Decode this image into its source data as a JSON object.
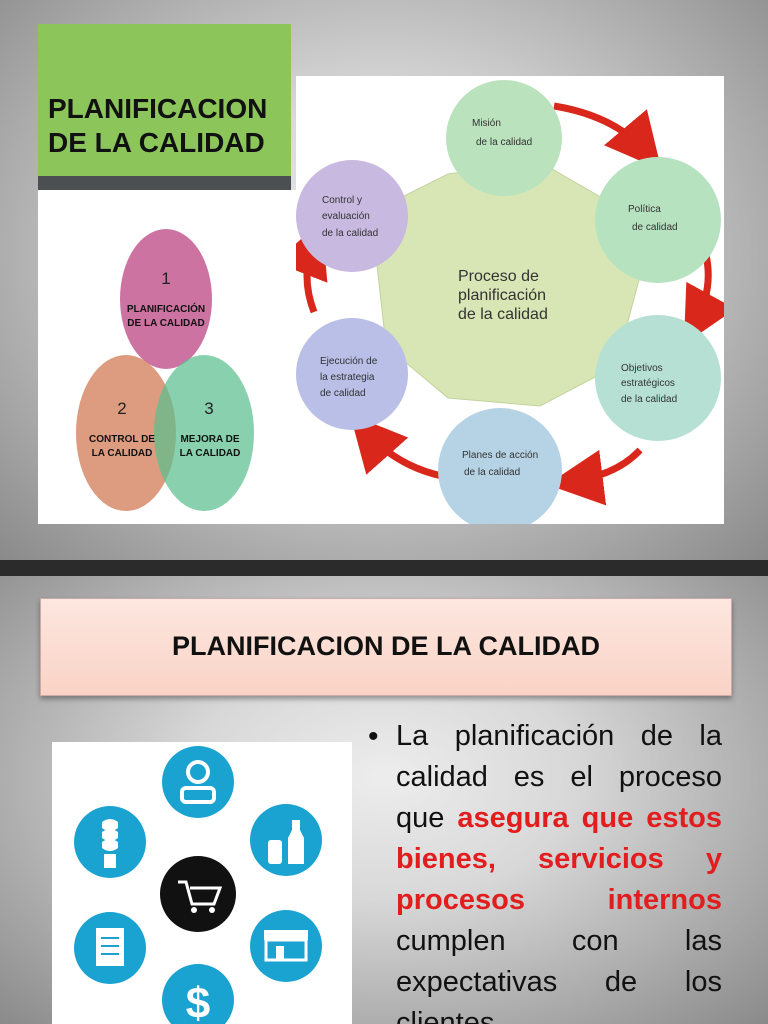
{
  "slide1": {
    "title": "PLANIFICACION DE LA CALIDAD",
    "venn": [
      {
        "number": "1",
        "label_line1": "PLANIFICACIÓN",
        "label_line2": "DE LA CALIDAD",
        "color": "#c45a92"
      },
      {
        "number": "2",
        "label_line1": "CONTROL DE",
        "label_line2": "LA CALIDAD",
        "color": "#d0764e"
      },
      {
        "number": "3",
        "label_line1": "MEJORA DE",
        "label_line2": "LA CALIDAD",
        "color": "#5cbf8f"
      }
    ],
    "cycle": {
      "center_line1": "Proceso de",
      "center_line2": "planificación",
      "center_line3": "de la calidad",
      "center_color": "#d8e6b5",
      "arrow_color": "#d9271c",
      "nodes": [
        {
          "line1": "Misión",
          "line2": "de la calidad",
          "line3": "",
          "color": "#b9e2bd"
        },
        {
          "line1": "Política",
          "line2": "de calidad",
          "line3": "",
          "color": "#b7e2c0"
        },
        {
          "line1": "Objetivos",
          "line2": "estratégicos",
          "line3": "de la calidad",
          "color": "#b5e0d3"
        },
        {
          "line1": "Planes de acción",
          "line2": "de la calidad",
          "line3": "",
          "color": "#b6d3e5"
        },
        {
          "line1": "Ejecución de",
          "line2": "la estrategia",
          "line3": "de calidad",
          "color": "#b9bfe6"
        },
        {
          "line1": "Control y",
          "line2": "evaluación",
          "line3": "de la calidad",
          "color": "#c7b9e0"
        }
      ]
    }
  },
  "slide2": {
    "header": "PLANIFICACION DE LA CALIDAD",
    "bullet": "•",
    "text_part1": "La planificación de la calidad es el proceso que",
    "text_highlight": "asegura que estos bienes, servicios y procesos internos",
    "text_part2": "cumplen con las expectativas de los clientes.",
    "icon_color": "#1aa3d1",
    "icons": [
      "user-icon",
      "lightbulb-icon",
      "bottles-icon",
      "cart-icon",
      "document-icon",
      "store-icon",
      "dollar-icon"
    ]
  }
}
